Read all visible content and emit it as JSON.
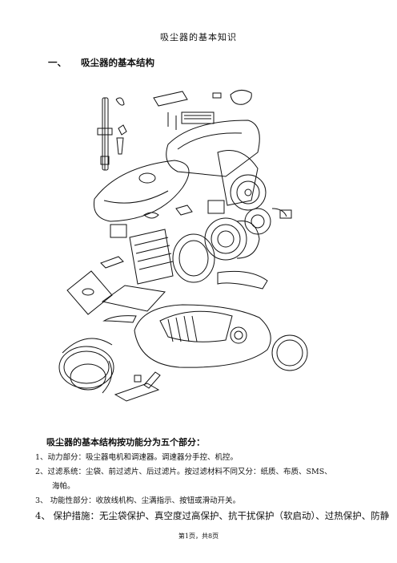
{
  "page_title": "吸尘器的基本知识",
  "section": {
    "number": "一、",
    "title": "吸尘器的基本结构"
  },
  "intro": "吸尘器的基本结构按功能分为五个部分：",
  "items": [
    {
      "label": "1、动力部分：吸尘器电机和调速器。调速器分手控、机控。"
    },
    {
      "label": "2、过滤系统：尘袋、前过滤片、后过滤片。按过滤材料不同又分：纸质、布质、SMS、",
      "continuation": "海帕。"
    },
    {
      "label": "3、   功能性部分：收放线机构、尘满指示、按钮或滑动开关。"
    },
    {
      "label": "4、   保护措施：无尘袋保护、真空度过高保护、抗干扰保护（软启动）、过热保护、防静"
    }
  ],
  "footer": "第1页，共8页"
}
